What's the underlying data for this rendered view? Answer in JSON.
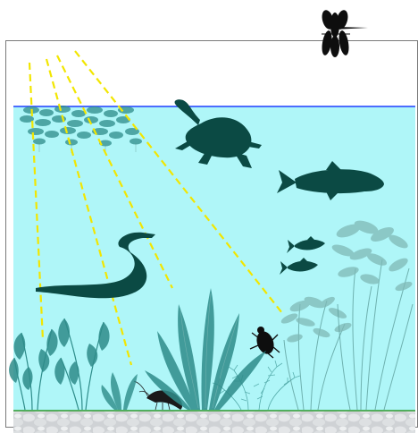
{
  "colors": {
    "water": "#aff6f8",
    "surface_line": "#1f3fff",
    "sediment_line": "#2f9a2f",
    "gravel": "#d7d9dc",
    "light_rays": "#f2e600",
    "silhouette": "#0b4a44",
    "plant": "#2e8c8a",
    "plant_light": "#7fb9b6",
    "insect": "#0e0e0e",
    "frame": "#7a7a7a"
  },
  "scene": {
    "organisms": [
      "dragonfly",
      "duckweed",
      "turtle",
      "trout",
      "eel",
      "minnow",
      "minnow",
      "water-beetle",
      "freshwater-shrimp",
      "arrowhead-plant",
      "sword-plant",
      "elodea",
      "hornwort",
      "eelgrass"
    ],
    "light_rays": 4
  }
}
